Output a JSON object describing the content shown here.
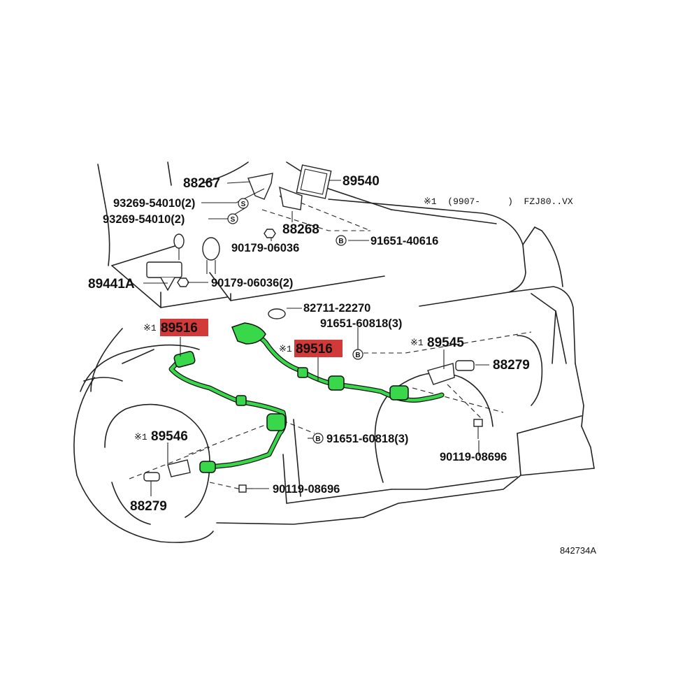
{
  "figure_id": "842734A",
  "variant_note": "※1  (9907-     )  FZJ80..VX",
  "asterisk_mark": "※1",
  "highlight_color": "#d23a3a",
  "harness_color": "#39d74a",
  "badge_s": "S",
  "badge_b": "B",
  "callouts": {
    "p88267": "88267",
    "p89540": "89540",
    "p93269_a": "93269-54010(2)",
    "p93269_b": "93269-54010(2)",
    "p88268": "88268",
    "p90179_a": "90179-06036",
    "p91651_40616": "91651-40616",
    "p89441a": "89441A",
    "p90179_b": "90179-06036(2)",
    "p82711": "82711-22270",
    "p91651_60818_top": "91651-60818(3)",
    "p89516_left": "89516",
    "p89516_right": "89516",
    "p89545": "89545",
    "p88279_right": "88279",
    "p91651_60818_mid": "91651-60818(3)",
    "p89546": "89546",
    "p90119_right": "90119-08696",
    "p90119_left": "90119-08696",
    "p88279_left": "88279"
  }
}
